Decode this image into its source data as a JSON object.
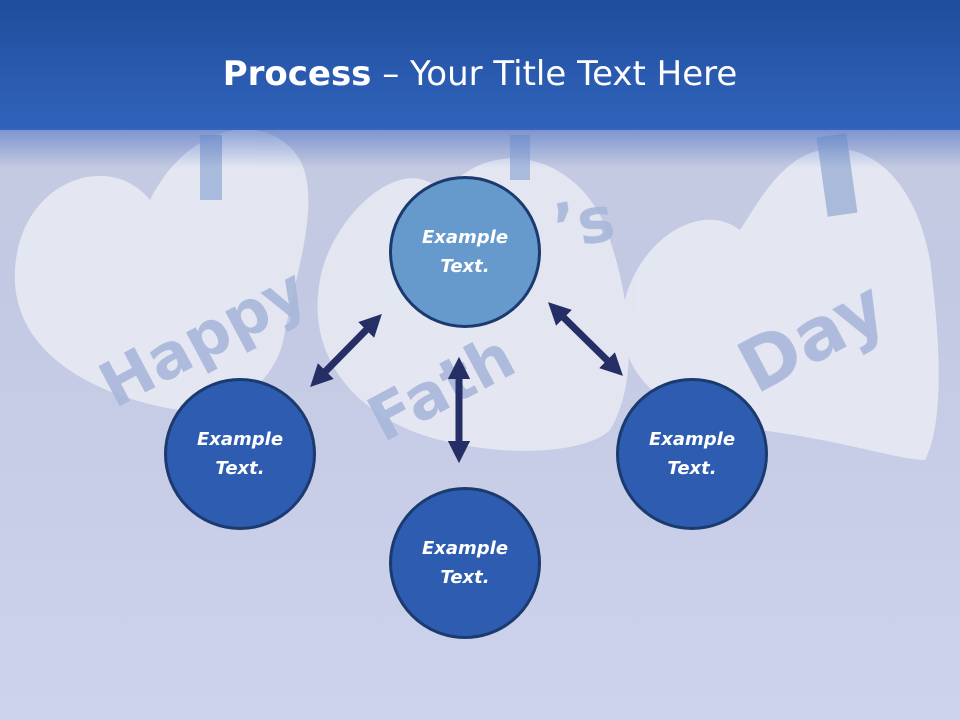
{
  "slide": {
    "title_bold": "Process",
    "title_rest": " – Your Title Text Here"
  },
  "background": {
    "heart_words": [
      "Happy",
      "Fath",
      "’s",
      "Day"
    ]
  },
  "diagram": {
    "nodes": [
      {
        "id": "top",
        "text": "Example Text.",
        "color": "#6699cc"
      },
      {
        "id": "left",
        "text": "Example Text.",
        "color": "#2d5cb0"
      },
      {
        "id": "right",
        "text": "Example Text.",
        "color": "#2d5cb0"
      },
      {
        "id": "bottom",
        "text": "Example Text.",
        "color": "#2d5cb0"
      }
    ],
    "arrow_color": "#252f66"
  }
}
